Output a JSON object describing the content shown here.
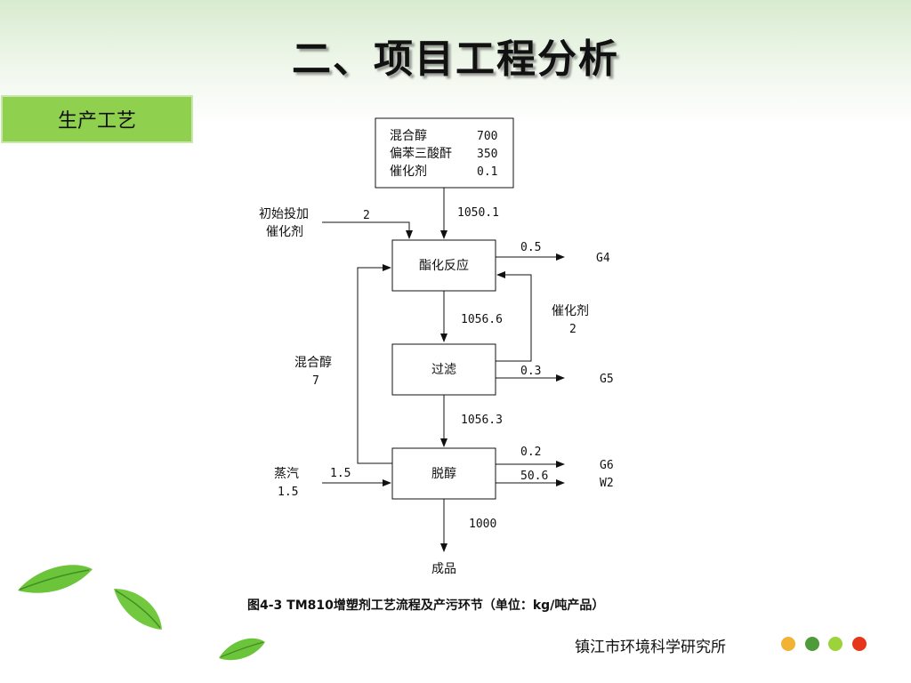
{
  "page": {
    "title": "二、项目工程分析",
    "section_tab": "生产工艺",
    "caption": "图4-3  TM810增塑剂工艺流程及产污环节（单位：kg/吨产品）",
    "organization": "镇江市环境科学研究所"
  },
  "diagram": {
    "input_box": [
      {
        "name": "混合醇",
        "value": "700"
      },
      {
        "name": "偏苯三酸酐",
        "value": "350"
      },
      {
        "name": "催化剂",
        "value": "0.1"
      }
    ],
    "units": {
      "esterification": "酯化反应",
      "filtration": "过滤",
      "dealcohol": "脱醇"
    },
    "product": "成品",
    "labels": {
      "initial_catalyst_line1": "初始投加",
      "initial_catalyst_line2": "催化剂",
      "initial_catalyst_value": "2",
      "flow_in": "1050.1",
      "g4_value": "0.5",
      "g4": "G4",
      "flow_ester_filter": "1056.6",
      "recycle_catalyst": "催化剂",
      "recycle_catalyst_value": "2",
      "g5_value": "0.3",
      "g5": "G5",
      "recycle_alcohol": "混合醇",
      "recycle_alcohol_value": "7",
      "flow_filter_dealcohol": "1056.3",
      "steam": "蒸汽",
      "steam_value": "1.5",
      "steam_flow": "1.5",
      "g6_value": "0.2",
      "g6": "G6",
      "w2_value": "50.6",
      "w2": "W2",
      "flow_product": "1000"
    }
  },
  "status_dots": [
    "#f2b233",
    "#4f9a3a",
    "#9dd33a",
    "#e5361c"
  ]
}
